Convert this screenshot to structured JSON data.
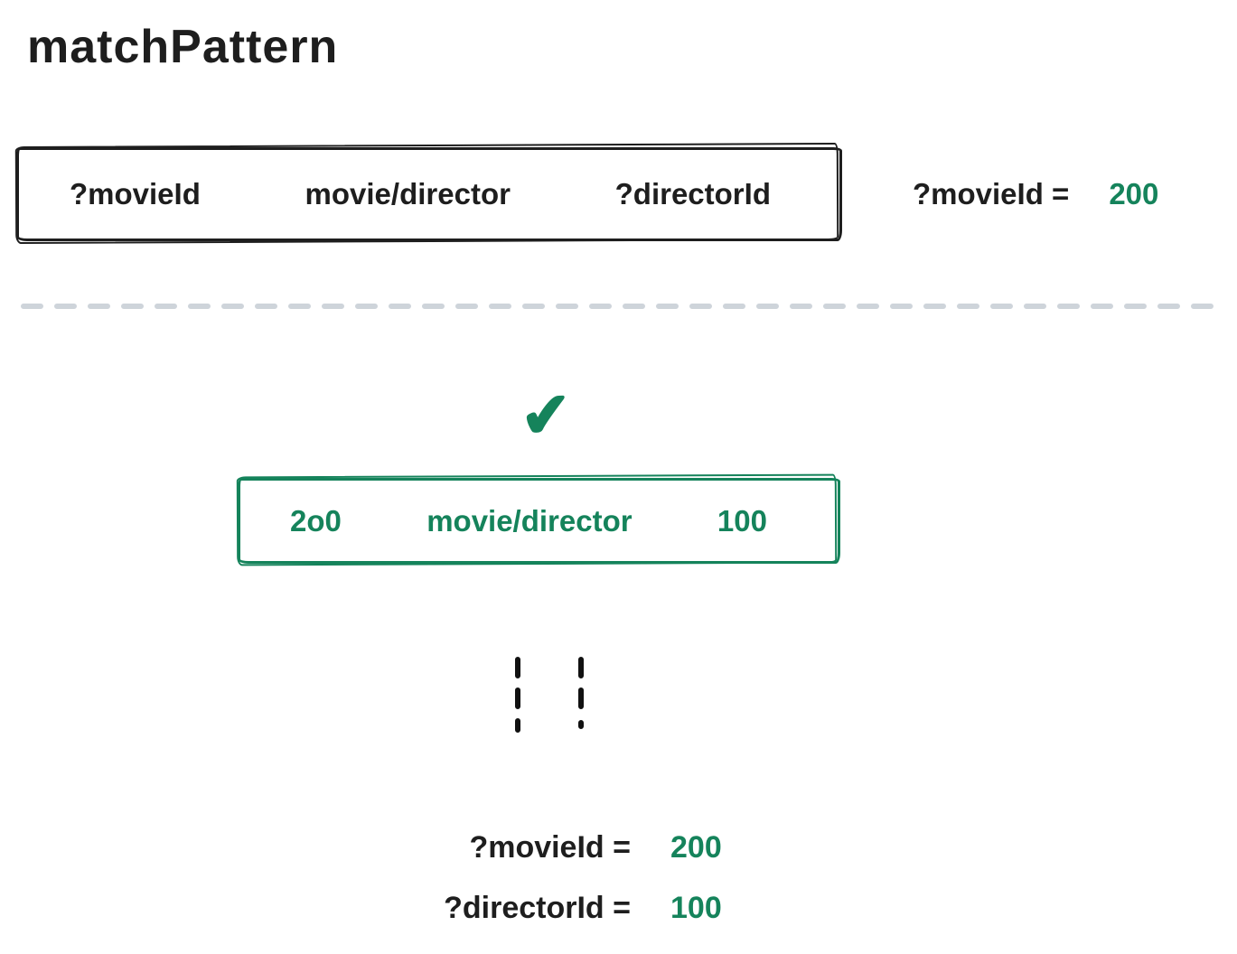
{
  "title": "matchPattern",
  "colors": {
    "ink": "#1e1e1e",
    "green": "#15835b",
    "separator_gray": "#ced4da"
  },
  "icons": {
    "check_icon": "✔"
  },
  "pattern_box": {
    "subject": "?movieId",
    "predicate": "movie/director",
    "object": "?directorId"
  },
  "pattern_binding": {
    "label": "?movieId =",
    "value": "200"
  },
  "matched_triple": {
    "subject": "2o0",
    "predicate": "movie/director",
    "object": "100"
  },
  "result_bindings": [
    {
      "label": "?movieId =",
      "value": "200"
    },
    {
      "label": "?directorId =",
      "value": "100"
    }
  ]
}
